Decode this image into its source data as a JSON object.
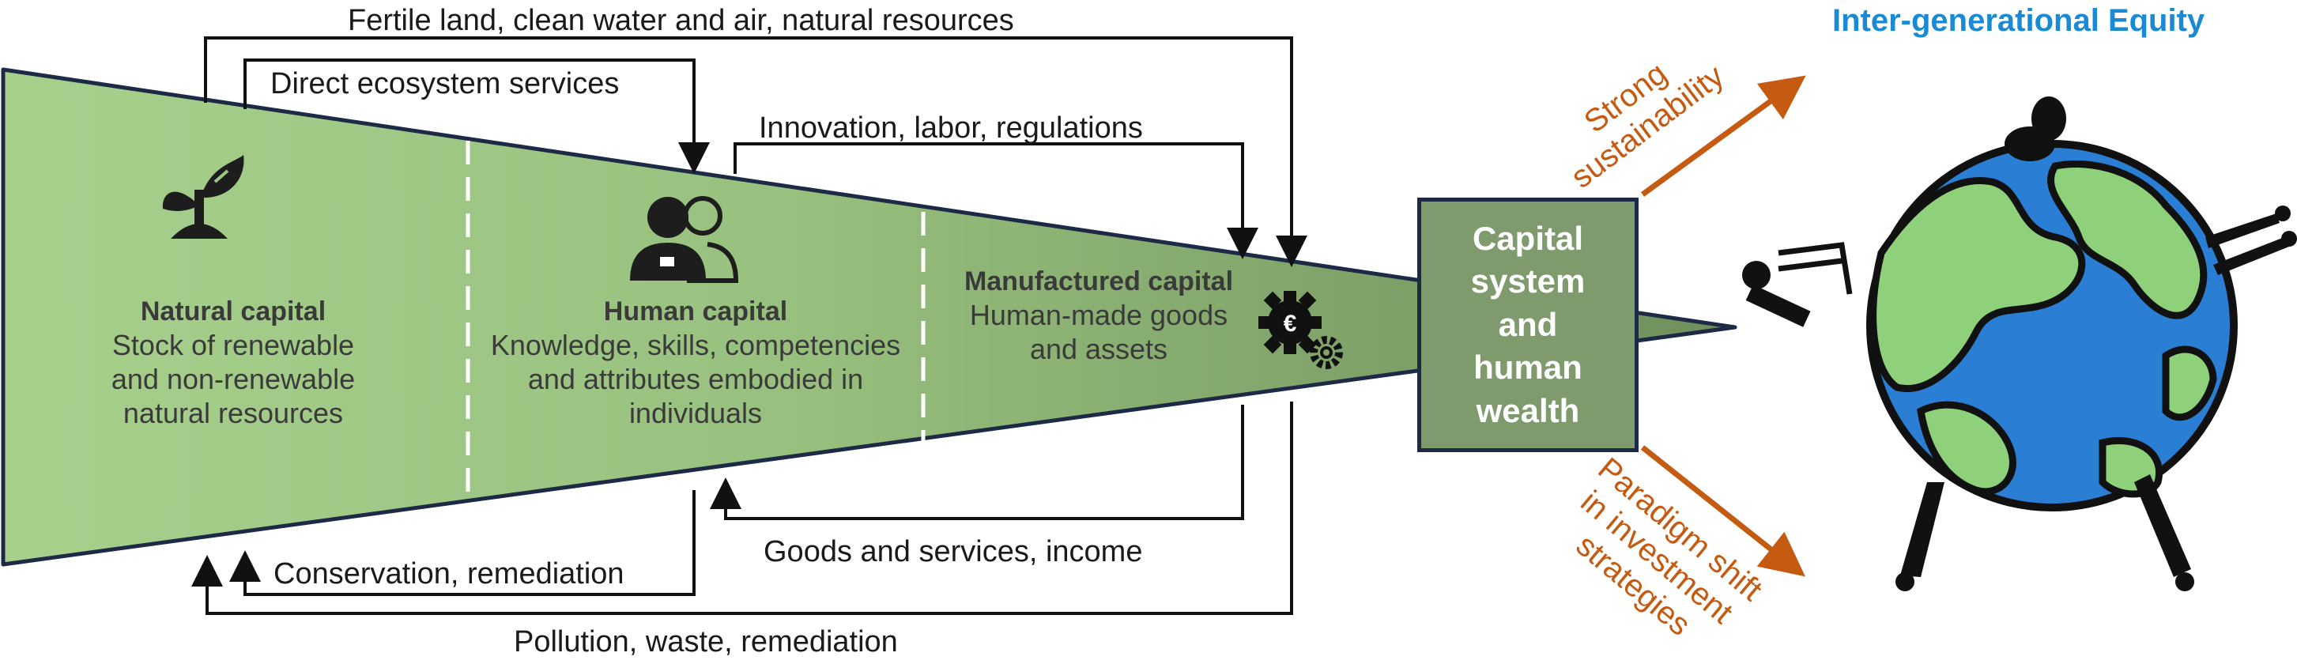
{
  "header": {
    "title": "Inter-generational Equity"
  },
  "flows": {
    "fertile": "Fertile land, clean water and air, natural resources",
    "direct": "Direct ecosystem services",
    "innovation": "Innovation, labor, regulations",
    "goods": "Goods and services, income",
    "conservation": "Conservation, remediation",
    "pollution": "Pollution, waste, remediation"
  },
  "capitals": {
    "natural": {
      "title": "Natural capital",
      "desc": [
        "Stock of renewable",
        "and non-renewable",
        "natural resources"
      ]
    },
    "human": {
      "title": "Human capital",
      "desc": [
        "Knowledge, skills, competencies",
        "and attributes embodied in",
        "individuals"
      ]
    },
    "manufactured": {
      "title": "Manufactured capital",
      "desc": [
        "Human-made goods",
        "and assets"
      ]
    }
  },
  "capital_system": "Capital\nsystem\nand\nhuman\nwealth",
  "outcomes": {
    "strong": [
      "Strong",
      "sustainability"
    ],
    "paradigm": [
      "Paradigm shift",
      "in investment",
      "strategies"
    ]
  },
  "icons": [
    "seedling-icon",
    "people-icon",
    "euro-gear-icon",
    "earth-globe-icon",
    "fetus-icon",
    "elderly-walker-icon",
    "walking-people-icon"
  ],
  "colors": {
    "wedge_light": "#a8d08d",
    "wedge_dark": "#6f8f5b",
    "wedge_border": "#1d2a45",
    "capital_box": "#7f9a6c",
    "orange_accent": "#c55a11",
    "title_blue": "#1b8ad4",
    "ocean": "#2a7fd4",
    "land": "#8fd17a"
  }
}
